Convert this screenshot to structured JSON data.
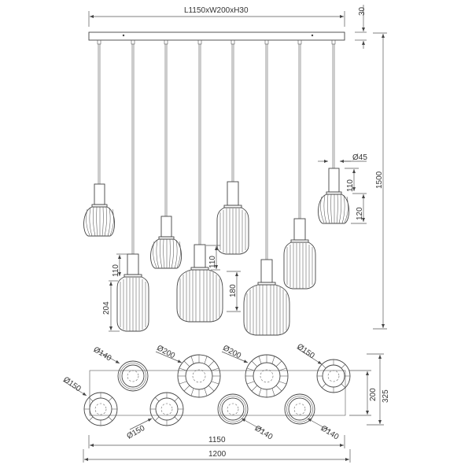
{
  "drawing": {
    "title_dimension": "L1150xW200xH30",
    "canopy_height": "30",
    "total_drop": "1500",
    "socket_diameter": "Ø45",
    "side_view_dimensions": {
      "small_globe_socket": "110",
      "small_globe_height": "120",
      "tall_shade_socket": "110",
      "tall_shade_height": "204",
      "wide_shade_socket": "110",
      "wide_shade_height": "180"
    },
    "plan_view": {
      "shade_diameters": [
        {
          "label": "Ø140",
          "position": "top-row-1"
        },
        {
          "label": "Ø200",
          "position": "top-row-2"
        },
        {
          "label": "Ø200",
          "position": "top-row-3"
        },
        {
          "label": "Ø150",
          "position": "top-row-4"
        },
        {
          "label": "Ø150",
          "position": "bottom-row-1"
        },
        {
          "label": "Ø150",
          "position": "bottom-row-2"
        },
        {
          "label": "Ø140",
          "position": "bottom-row-3"
        },
        {
          "label": "Ø140",
          "position": "bottom-row-4"
        }
      ],
      "canopy_width": "200",
      "overall_width": "325",
      "canopy_length": "1150",
      "overall_length": "1200"
    }
  }
}
